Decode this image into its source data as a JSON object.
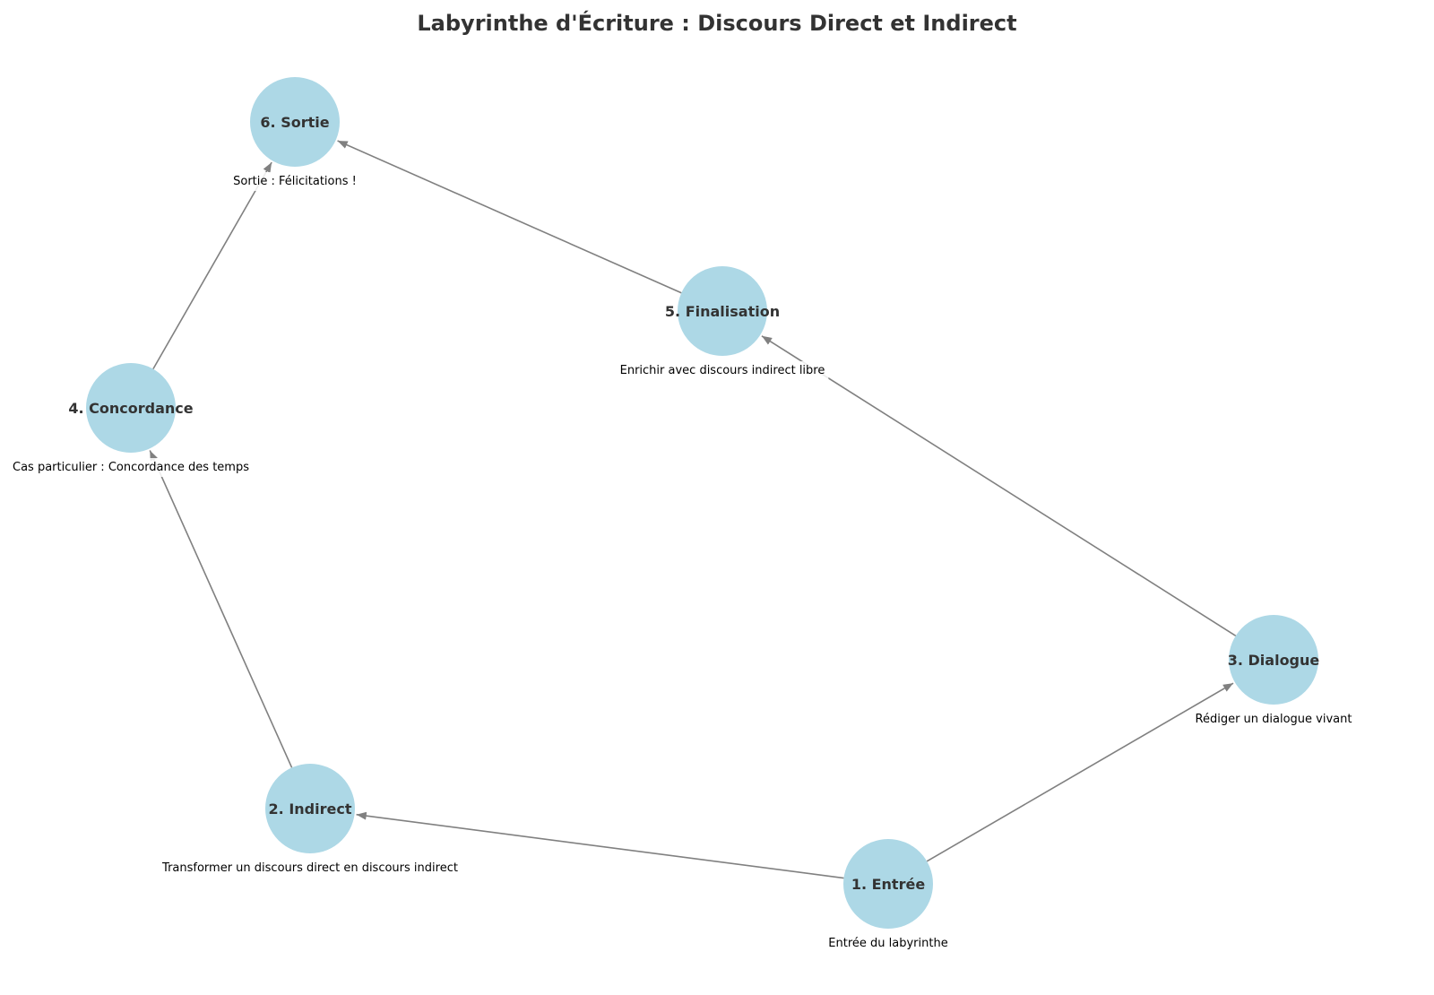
{
  "title": "Labyrinthe d'Écriture : Discours Direct et Indirect",
  "colors": {
    "node": "#add8e6",
    "edge": "#808080",
    "label_box": "#ffffff",
    "text": "#000000"
  },
  "nodes": [
    {
      "id": "1",
      "label": "1. Entrée",
      "description": "Entrée du labyrinthe"
    },
    {
      "id": "2",
      "label": "2. Indirect",
      "description": "Transformer un discours direct en discours indirect"
    },
    {
      "id": "3",
      "label": "3. Dialogue",
      "description": "Rédiger un dialogue vivant"
    },
    {
      "id": "4",
      "label": "4. Concordance",
      "description": "Cas particulier : Concordance des temps"
    },
    {
      "id": "5",
      "label": "5. Finalisation",
      "description": "Enrichir avec discours indirect libre"
    },
    {
      "id": "6",
      "label": "6. Sortie",
      "description": "Sortie : Félicitations !"
    }
  ],
  "edges": [
    {
      "from": "1",
      "to": "2"
    },
    {
      "from": "1",
      "to": "3"
    },
    {
      "from": "2",
      "to": "4"
    },
    {
      "from": "3",
      "to": "5"
    },
    {
      "from": "4",
      "to": "6"
    },
    {
      "from": "5",
      "to": "6"
    }
  ]
}
